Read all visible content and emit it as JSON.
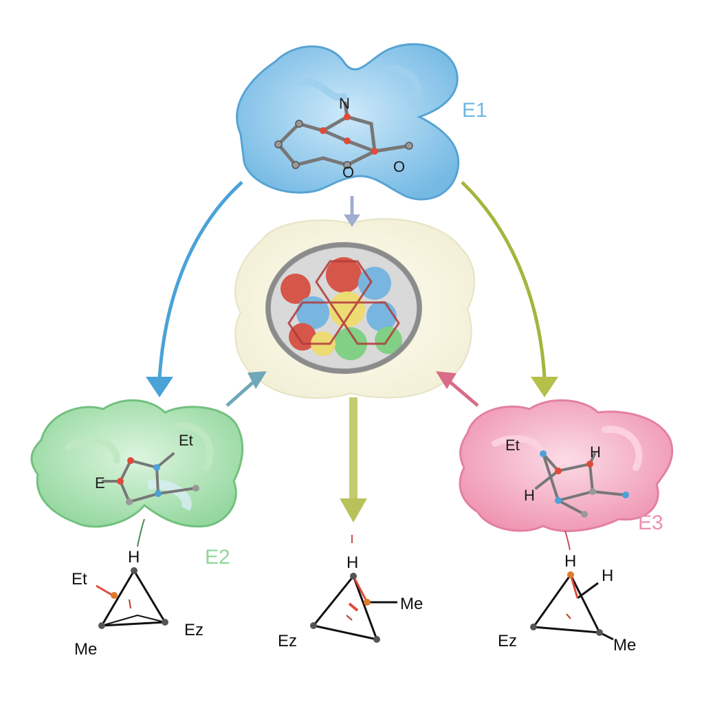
{
  "enzymes": {
    "e1": {
      "label": "E1",
      "color": "#6fb7e3"
    },
    "e2": {
      "label": "E2",
      "color": "#8fd69a"
    },
    "e3": {
      "label": "E3",
      "color": "#ef8fae"
    }
  },
  "e1_atoms": {
    "top": "N",
    "bottom_left": "O",
    "bottom_right": "O"
  },
  "e2_atoms": {
    "top_right": "Et",
    "left": "E"
  },
  "e3_atoms": {
    "top_left": "Et",
    "top_right": "H",
    "left": "H"
  },
  "products": {
    "left": {
      "apex": "H",
      "upper_left": "Et",
      "lower_left": "Me",
      "lower_right": "Ez"
    },
    "center": {
      "apex": "H",
      "right": "Me",
      "lower_left": "Ez"
    },
    "right": {
      "apex": "H",
      "upper_right": "H",
      "lower_left": "Ez",
      "lower_right": "Me"
    }
  }
}
